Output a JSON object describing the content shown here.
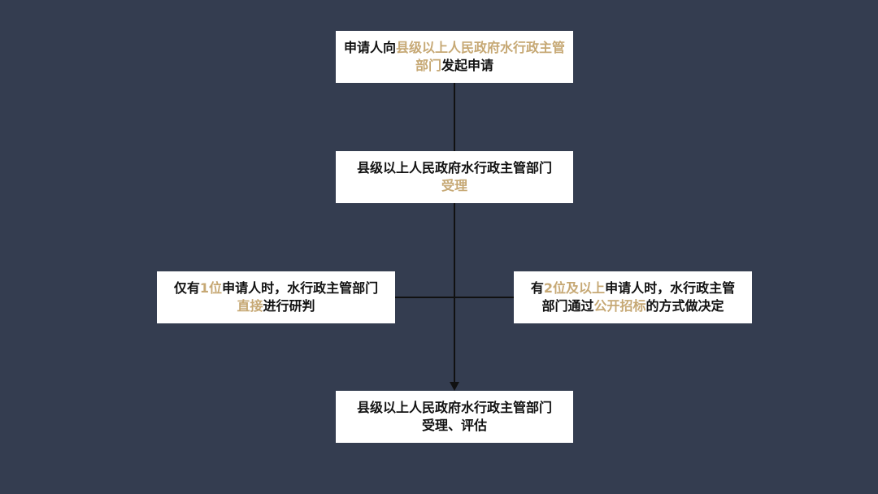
{
  "colors": {
    "background": "#343d50",
    "box": "#ffffff",
    "text": "#111111",
    "highlight": "#c6a874",
    "line": "#111111"
  },
  "nodes": {
    "apply": {
      "part1": "申请人向",
      "highlight": "县级以上人民政府水行政主管部门",
      "part2": "发起申请"
    },
    "accept": {
      "part1": "县级以上人民政府水行政主管部门",
      "highlight": "受理"
    },
    "single": {
      "part1": "仅有",
      "highlight1": "1位",
      "part2": "申请人时，水行政主管部门",
      "highlight2": "直接",
      "part3": "进行研判"
    },
    "multi": {
      "part1": "有",
      "highlight1": "2位及以上",
      "part2": "申请人时，水行政主管部门通过",
      "highlight2": "公开招标",
      "part3": "的方式做决定"
    },
    "final": {
      "line1": "县级以上人民政府水行政主管部门",
      "line2": "受理、评估"
    }
  }
}
